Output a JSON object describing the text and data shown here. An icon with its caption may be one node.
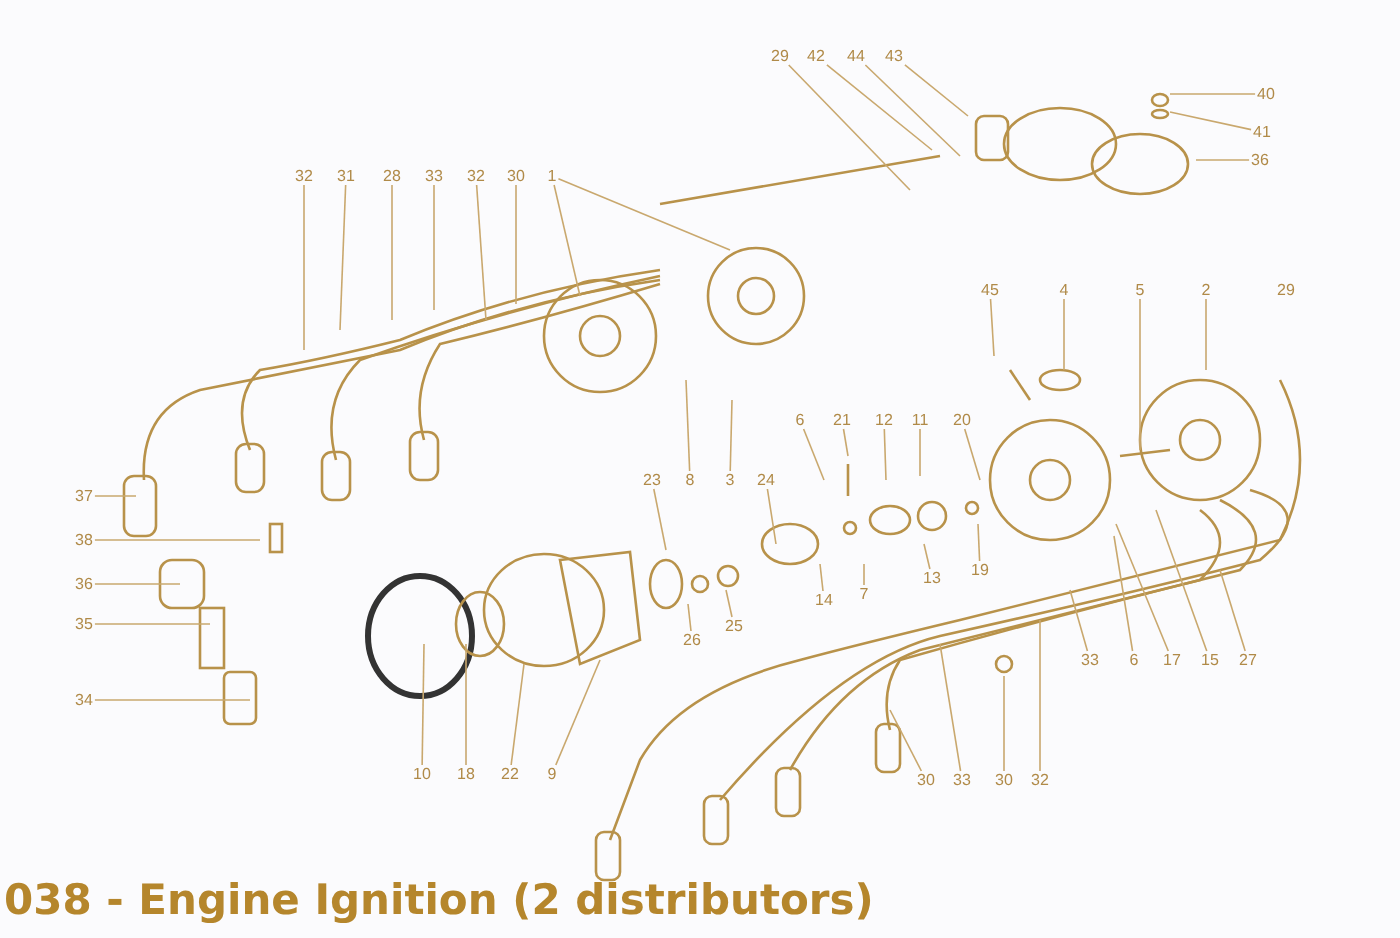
{
  "diagram": {
    "caption": "038 - Engine Ignition (2 distributors)",
    "nodes": [
      {
        "text": [
          "29"
        ]
      },
      {
        "text": [
          "42"
        ]
      },
      {
        "text": [
          "44"
        ]
      },
      {
        "text": [
          "43"
        ]
      },
      {
        "text": [
          "40"
        ]
      },
      {
        "text": [
          "41"
        ]
      },
      {
        "text": [
          "36"
        ]
      },
      {
        "text": [
          "32"
        ]
      },
      {
        "text": [
          "31"
        ]
      },
      {
        "text": [
          "28"
        ]
      },
      {
        "text": [
          "33"
        ]
      },
      {
        "text": [
          "32"
        ]
      },
      {
        "text": [
          "30"
        ]
      },
      {
        "text": [
          "1"
        ]
      },
      {
        "text": [
          "45"
        ]
      },
      {
        "text": [
          "4"
        ]
      },
      {
        "text": [
          "5"
        ]
      },
      {
        "text": [
          "2"
        ]
      },
      {
        "text": [
          "6"
        ]
      },
      {
        "text": [
          "21"
        ]
      },
      {
        "text": [
          "12"
        ]
      },
      {
        "text": [
          "11"
        ]
      },
      {
        "text": [
          "20"
        ]
      },
      {
        "text": [
          "23"
        ]
      },
      {
        "text": [
          "8"
        ]
      },
      {
        "text": [
          "3"
        ]
      },
      {
        "text": [
          "24"
        ]
      },
      {
        "text": [
          "37"
        ]
      },
      {
        "text": [
          "38"
        ]
      },
      {
        "text": [
          "19"
        ]
      },
      {
        "text": [
          "13"
        ]
      },
      {
        "text": [
          "36"
        ]
      },
      {
        "text": [
          "7"
        ]
      },
      {
        "text": [
          "14"
        ]
      },
      {
        "text": [
          "35"
        ]
      },
      {
        "text": [
          "25"
        ]
      },
      {
        "text": [
          "26"
        ]
      },
      {
        "text": [
          "33"
        ]
      },
      {
        "text": [
          "6"
        ]
      },
      {
        "text": [
          "17"
        ]
      },
      {
        "text": [
          "15"
        ]
      },
      {
        "text": [
          "27"
        ]
      },
      {
        "text": [
          "34"
        ]
      },
      {
        "text": [
          "10"
        ]
      },
      {
        "text": [
          "18"
        ]
      },
      {
        "text": [
          "22"
        ]
      },
      {
        "text": [
          "9"
        ]
      },
      {
        "text": [
          "30"
        ]
      },
      {
        "text": [
          "33"
        ]
      },
      {
        "text": [
          "30"
        ]
      },
      {
        "text": [
          "32"
        ]
      }
    ],
    "edges": [
      {
        "from": 0,
        "to": null,
        "arrow": "none"
      },
      {
        "from": 1,
        "to": null,
        "arrow": "none"
      },
      {
        "from": 2,
        "to": null,
        "arrow": "none"
      },
      {
        "from": 3,
        "to": null,
        "arrow": "none"
      },
      {
        "from": 4,
        "to": null,
        "arrow": "none"
      },
      {
        "from": 5,
        "to": null,
        "arrow": "none"
      },
      {
        "from": 6,
        "to": null,
        "arrow": "none"
      },
      {
        "from": 7,
        "to": null,
        "arrow": "none"
      },
      {
        "from": 8,
        "to": null,
        "arrow": "none"
      },
      {
        "from": 9,
        "to": null,
        "arrow": "none"
      },
      {
        "from": 10,
        "to": null,
        "arrow": "none"
      },
      {
        "from": 11,
        "to": null,
        "arrow": "none"
      },
      {
        "from": 12,
        "to": null,
        "arrow": "none"
      },
      {
        "from": 13,
        "to": null,
        "arrow": "none"
      },
      {
        "from": 13,
        "to": null,
        "arrow": "none"
      },
      {
        "from": 14,
        "to": null,
        "arrow": "none"
      },
      {
        "from": 15,
        "to": null,
        "arrow": "none"
      },
      {
        "from": 16,
        "to": null,
        "arrow": "none"
      },
      {
        "from": 17,
        "to": null,
        "arrow": "none"
      },
      {
        "from": 18,
        "to": null,
        "arrow": "none"
      },
      {
        "from": 19,
        "to": null,
        "arrow": "none"
      },
      {
        "from": 20,
        "to": null,
        "arrow": "none"
      },
      {
        "from": 21,
        "to": null,
        "arrow": "none"
      },
      {
        "from": 22,
        "to": null,
        "arrow": "none"
      },
      {
        "from": 23,
        "to": null,
        "arrow": "none"
      },
      {
        "from": 24,
        "to": null,
        "arrow": "none"
      },
      {
        "from": 25,
        "to": null,
        "arrow": "none"
      },
      {
        "from": 26,
        "to": null,
        "arrow": "none"
      },
      {
        "from": 27,
        "to": null,
        "arrow": "none"
      },
      {
        "from": 28,
        "to": null,
        "arrow": "none"
      },
      {
        "from": 29,
        "to": null,
        "arrow": "none"
      },
      {
        "from": 30,
        "to": null,
        "arrow": "none"
      },
      {
        "from": 31,
        "to": null,
        "arrow": "none"
      },
      {
        "from": 32,
        "to": null,
        "arrow": "none"
      },
      {
        "from": 33,
        "to": null,
        "arrow": "none"
      },
      {
        "from": 34,
        "to": null,
        "arrow": "none"
      },
      {
        "from": 35,
        "to": null,
        "arrow": "none"
      },
      {
        "from": 36,
        "to": null,
        "arrow": "none"
      },
      {
        "from": 37,
        "to": null,
        "arrow": "none"
      },
      {
        "from": 38,
        "to": null,
        "arrow": "none"
      },
      {
        "from": 39,
        "to": null,
        "arrow": "none"
      },
      {
        "from": 40,
        "to": null,
        "arrow": "none"
      },
      {
        "from": 41,
        "to": null,
        "arrow": "none"
      },
      {
        "from": 42,
        "to": null,
        "arrow": "none"
      },
      {
        "from": 43,
        "to": null,
        "arrow": "none"
      },
      {
        "from": 44,
        "to": null,
        "arrow": "none"
      },
      {
        "from": 45,
        "to": null,
        "arrow": "none"
      },
      {
        "from": 46,
        "to": null,
        "arrow": "none"
      },
      {
        "from": 47,
        "to": null,
        "arrow": "none"
      },
      {
        "from": 48,
        "to": null,
        "arrow": "none"
      },
      {
        "from": 49,
        "to": null,
        "arrow": "none"
      },
      {
        "from": 50,
        "to": null,
        "arrow": "none"
      }
    ],
    "labels": [
      "29"
    ]
  }
}
